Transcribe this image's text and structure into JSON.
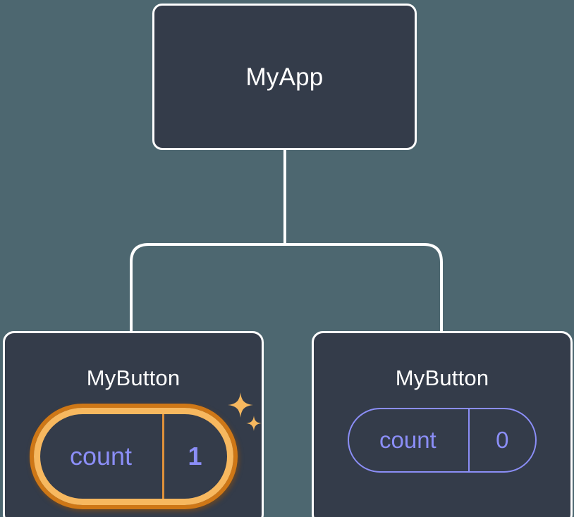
{
  "diagram": {
    "title": "component-tree",
    "background_color": "#4d6770",
    "node_fill": "#343c4a",
    "node_border": "#ffffff",
    "accent_highlight": "#f7b85f",
    "accent_highlight_shadow": "#ce7716",
    "state_color": "#8b8ef7",
    "root": {
      "label": "MyApp"
    },
    "children": [
      {
        "label": "MyButton",
        "highlighted": true,
        "state": {
          "key": "count",
          "value": "1"
        },
        "sparkle_icons": [
          "sparkle-large-icon",
          "sparkle-small-icon"
        ]
      },
      {
        "label": "MyButton",
        "highlighted": false,
        "state": {
          "key": "count",
          "value": "0"
        }
      }
    ]
  }
}
